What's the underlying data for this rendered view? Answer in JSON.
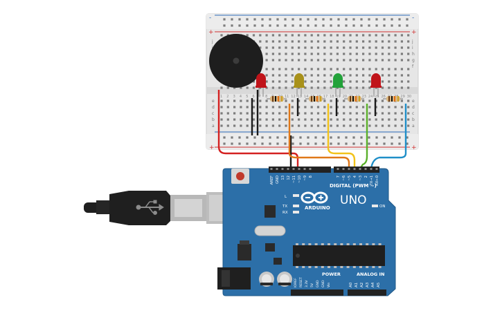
{
  "breadboard": {
    "rail_plus": "+",
    "rail_minus": "-",
    "row_letters_top": [
      "j",
      "i",
      "h",
      "g",
      "f"
    ],
    "row_letters_bottom": [
      "e",
      "d",
      "c",
      "b",
      "a"
    ],
    "column_numbers": [
      "1",
      "2",
      "3",
      "4",
      "5",
      "6",
      "7",
      "8",
      "9",
      "10",
      "11",
      "12",
      "13",
      "14",
      "15",
      "16",
      "17",
      "18",
      "19",
      "20",
      "21",
      "22",
      "23",
      "24",
      "25",
      "26",
      "27",
      "28",
      "29",
      "30"
    ]
  },
  "components": {
    "buzzer": "piezo-buzzer",
    "leds": [
      {
        "color": "#c0141a"
      },
      {
        "color": "#a8911a"
      },
      {
        "color": "#23a23a"
      },
      {
        "color": "#c0141a"
      }
    ]
  },
  "wires": [
    {
      "color": "#d42020"
    },
    {
      "color": "#1a1a1a"
    },
    {
      "color": "#e07818"
    },
    {
      "color": "#f2c21a"
    },
    {
      "color": "#5ab02a"
    },
    {
      "color": "#1f8fc8"
    }
  ],
  "arduino": {
    "brand": "ARDUINO",
    "model": "UNO",
    "digital_label": "DIGITAL (PWM ~)",
    "power_label": "POWER",
    "analog_label": "ANALOG IN",
    "led_l": "L",
    "led_tx": "TX",
    "led_rx": "RX",
    "led_on": "ON",
    "top_pins": [
      "AREF",
      "GND",
      "13",
      "12",
      "~11",
      "~10",
      "~9",
      "8",
      "7",
      "~6",
      "~5",
      "4",
      "~3",
      "2",
      "TX→1",
      "RX←0"
    ],
    "power_pins": [
      "IOREF",
      "RESET",
      "3.3V",
      "5V",
      "GND",
      "GND",
      "Vin"
    ],
    "analog_pins": [
      "A0",
      "A1",
      "A2",
      "A3",
      "A4",
      "A5"
    ],
    "board_color": "#2c6fa8"
  }
}
